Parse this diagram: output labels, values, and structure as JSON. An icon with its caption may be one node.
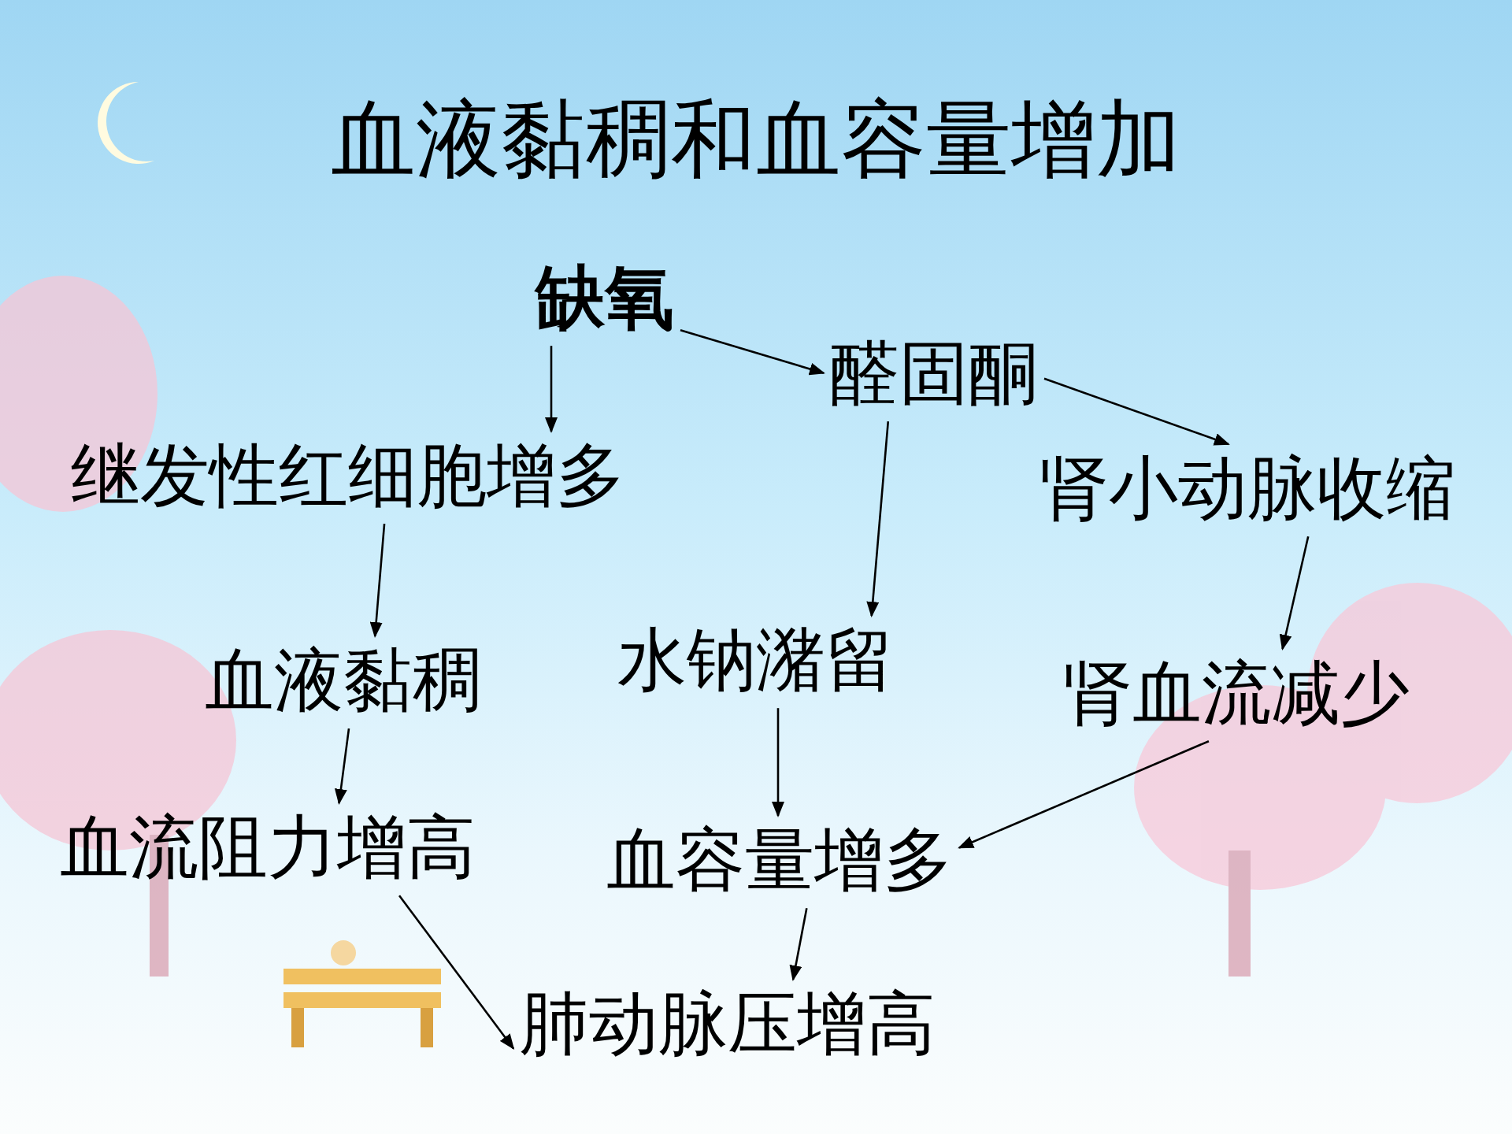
{
  "diagram": {
    "title": "血液黏稠和血容量增加",
    "nodes": [
      {
        "text": [
          "缺氧"
        ]
      },
      {
        "text": [
          "醛固酮"
        ]
      },
      {
        "text": [
          "继发性红细胞增多"
        ]
      },
      {
        "text": [
          "肾小动脉收缩"
        ]
      },
      {
        "text": [
          "血液黏稠"
        ]
      },
      {
        "text": [
          "水钠潴留"
        ]
      },
      {
        "text": [
          "肾血流减少"
        ]
      },
      {
        "text": [
          "血流阻力增高"
        ]
      },
      {
        "text": [
          "血容量增多"
        ]
      },
      {
        "text": [
          "肺动脉压增高"
        ]
      }
    ],
    "edges": [
      {
        "from": 0,
        "to": 2,
        "arrow": "to"
      },
      {
        "from": 0,
        "to": 1,
        "arrow": "to"
      },
      {
        "from": 1,
        "to": 3,
        "arrow": "to"
      },
      {
        "from": 1,
        "to": 5,
        "arrow": "to"
      },
      {
        "from": 2,
        "to": 4,
        "arrow": "to"
      },
      {
        "from": 3,
        "to": 6,
        "arrow": "to"
      },
      {
        "from": 5,
        "to": 8,
        "arrow": "to"
      },
      {
        "from": 6,
        "to": 8,
        "arrow": "to"
      },
      {
        "from": 4,
        "to": 7,
        "arrow": "to"
      },
      {
        "from": 7,
        "to": 9,
        "arrow": "to"
      },
      {
        "from": 8,
        "to": 9,
        "arrow": "to"
      }
    ]
  }
}
